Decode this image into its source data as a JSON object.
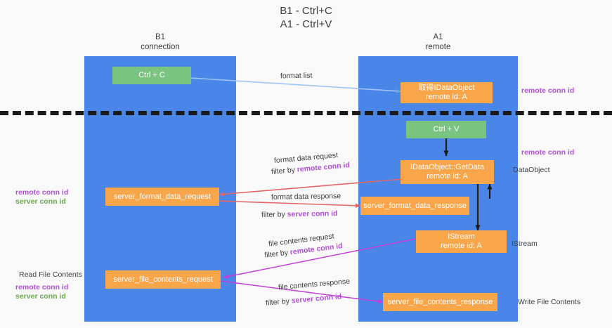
{
  "title": {
    "line1": "B1 - Ctrl+C",
    "line2": "A1 - Ctrl+V"
  },
  "lanes": [
    {
      "name": "B1",
      "sub": "connection"
    },
    {
      "name": "A1",
      "sub": "remote"
    }
  ],
  "boxes": {
    "ctrl_c": "Ctrl + C",
    "ctrl_v": "Ctrl + V",
    "get_idataobject_l1": "取得IDataObject",
    "get_idataobject_l2": "remote id: A",
    "idataobject_getdata_l1": "IDataObject::GetData",
    "idataobject_getdata_l2": "remote id: A",
    "istream_l1": "IStream",
    "istream_l2": "remote id: A",
    "server_format_data_request": "server_format_data_request",
    "server_format_data_response": "server_format_data_response",
    "server_file_contents_request": "server_file_contents_request",
    "server_file_contents_response": "server_file_contents_response"
  },
  "edges": {
    "format_list": "format list",
    "format_data_request": "format data request",
    "format_data_request_filter_pre": "filter by ",
    "format_data_request_filter_key": "remote conn id",
    "format_data_response": "format data response",
    "format_data_response_filter_pre": "filter by ",
    "format_data_response_filter_key": "server conn id",
    "file_contents_request": "file contents request",
    "file_contents_request_filter_pre": "filter by ",
    "file_contents_request_filter_key": "remote conn id",
    "file_contents_response": "file contents response",
    "file_contents_response_filter_pre": "filter by ",
    "file_contents_response_filter_key": "server conn id"
  },
  "side_labels": {
    "right_remote_conn_id_top": "remote conn id",
    "right_remote_conn_id_mid": "remote conn id",
    "right_dataobject": "DataObject",
    "right_istream": "IStream",
    "right_write_file_contents": "Write File Contents",
    "left_remote_conn_id_mid": "remote conn id",
    "left_server_conn_id_mid": "server conn id",
    "left_read_file_contents": "Read File Contents",
    "left_remote_conn_id_bot": "remote conn id",
    "left_server_conn_id_bot": "server conn id"
  },
  "colors": {
    "lane": "#4a86e8",
    "green_box": "#7ac47f",
    "orange_box": "#f9a64a",
    "arrow_blue": "#9fc5f8",
    "arrow_red": "#e06666",
    "arrow_magenta": "#c13fd6",
    "arrow_black": "#1a1a1a",
    "highlight_remote": "#b14fd8",
    "highlight_server": "#6aa84f"
  }
}
